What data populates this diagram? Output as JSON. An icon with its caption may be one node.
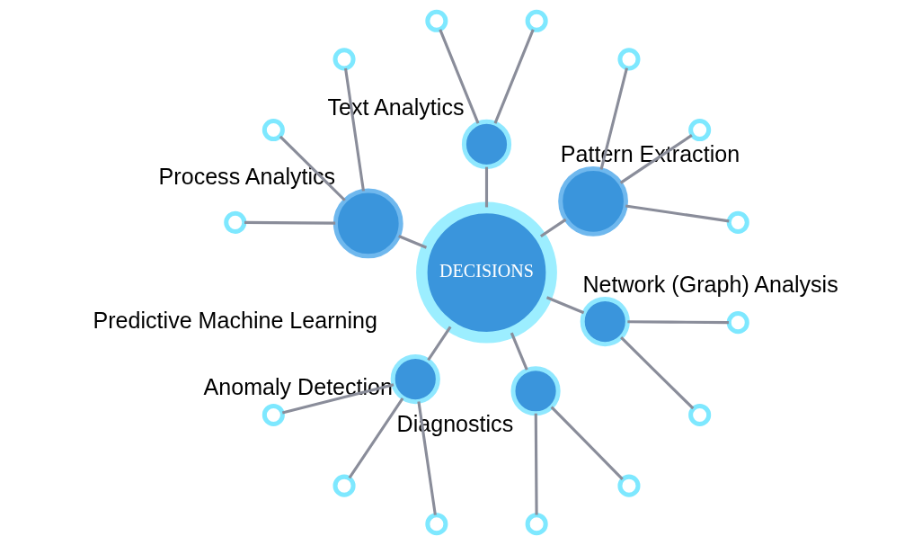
{
  "diagram": {
    "nodes": [
      {
        "text": [
          "DECISIONS"
        ]
      },
      {
        "text": [],
        "shape": "circle",
        "beside": [
          "Pattern Extraction"
        ]
      },
      {
        "text": [],
        "shape": "circle"
      },
      {
        "text": [],
        "shape": "circle"
      },
      {
        "text": [],
        "shape": "circle"
      },
      {
        "text": [],
        "shape": "circle",
        "beside": [
          "Text Analytics"
        ]
      },
      {
        "text": [],
        "shape": "circle"
      },
      {
        "text": [],
        "shape": "circle"
      },
      {
        "text": [],
        "shape": "circle",
        "beside": [
          "Process Analytics"
        ]
      },
      {
        "text": [],
        "shape": "circle"
      },
      {
        "text": [],
        "shape": "circle"
      },
      {
        "text": [],
        "shape": "circle"
      },
      {
        "text": [],
        "shape": "circle",
        "beside": [
          "Anomaly Detection"
        ]
      },
      {
        "text": [],
        "shape": "circle"
      },
      {
        "text": [],
        "shape": "circle"
      },
      {
        "text": [],
        "shape": "circle"
      },
      {
        "text": [],
        "shape": "circle",
        "beside": [
          "Diagnostics"
        ]
      },
      {
        "text": [],
        "shape": "circle"
      },
      {
        "text": [],
        "shape": "circle"
      },
      {
        "text": [],
        "shape": "circle",
        "beside": [
          "Network (Graph) Analysis"
        ]
      },
      {
        "text": [],
        "shape": "circle"
      },
      {
        "text": [],
        "shape": "circle"
      }
    ],
    "edges": [
      {
        "from": 0,
        "to": 1,
        "arrow": "none"
      },
      {
        "from": 1,
        "to": 2,
        "arrow": "none"
      },
      {
        "from": 1,
        "to": 3,
        "arrow": "none"
      },
      {
        "from": 1,
        "to": 4,
        "arrow": "none"
      },
      {
        "from": 0,
        "to": 5,
        "arrow": "none"
      },
      {
        "from": 5,
        "to": 6,
        "arrow": "none"
      },
      {
        "from": 5,
        "to": 7,
        "arrow": "none"
      },
      {
        "from": 0,
        "to": 8,
        "arrow": "none"
      },
      {
        "from": 8,
        "to": 9,
        "arrow": "none"
      },
      {
        "from": 8,
        "to": 10,
        "arrow": "none"
      },
      {
        "from": 8,
        "to": 11,
        "arrow": "none"
      },
      {
        "from": 0,
        "to": 12,
        "arrow": "none"
      },
      {
        "from": 12,
        "to": 13,
        "arrow": "none"
      },
      {
        "from": 12,
        "to": 14,
        "arrow": "none"
      },
      {
        "from": 12,
        "to": 15,
        "arrow": "none"
      },
      {
        "from": 0,
        "to": 16,
        "arrow": "none"
      },
      {
        "from": 16,
        "to": 17,
        "arrow": "none"
      },
      {
        "from": 16,
        "to": 18,
        "arrow": "none"
      },
      {
        "from": 0,
        "to": 19,
        "arrow": "none"
      },
      {
        "from": 19,
        "to": 20,
        "arrow": "none"
      },
      {
        "from": 19,
        "to": 21,
        "arrow": "none"
      }
    ],
    "labels": [
      "Predictive Machine Learning"
    ]
  }
}
